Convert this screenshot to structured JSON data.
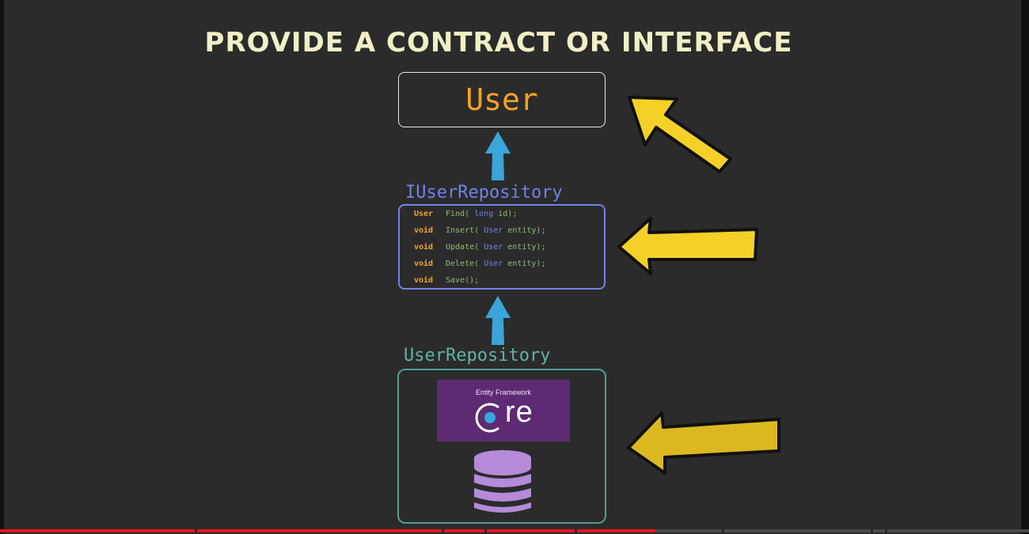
{
  "title": "PROVIDE A CONTRACT OR INTERFACE",
  "user_box": {
    "label": "User"
  },
  "interface": {
    "title": "IUserRepository",
    "methods": [
      {
        "return_type": "User",
        "name": "Find(",
        "param_type": "long",
        "param_rest": " id);"
      },
      {
        "return_type": "void",
        "name": "Insert(",
        "param_type": "User",
        "param_rest": " entity);"
      },
      {
        "return_type": "void",
        "name": "Update(",
        "param_type": "User",
        "param_rest": " entity);"
      },
      {
        "return_type": "void",
        "name": "Delete(",
        "param_type": "User",
        "param_rest": " entity);"
      },
      {
        "return_type": "void",
        "name": "Save();",
        "param_type": "",
        "param_rest": ""
      }
    ]
  },
  "repository": {
    "title": "UserRepository",
    "ef_logo": {
      "small_text": "Entity Framework",
      "core_text": "re",
      "icon": "ef-core-logo"
    },
    "database_icon": "database-icon"
  },
  "colors": {
    "background": "#2b2b2b",
    "title": "#f2efc6",
    "user_text": "#f2a323",
    "interface_blue": "#6f83e8",
    "repo_teal": "#4f9e95",
    "arrow_blue": "#3aa5d8",
    "pointer_yellow": "#f5d027",
    "ef_purple": "#5e2a73",
    "db_purple": "#b58bd9"
  },
  "video_progress": {
    "played_fraction": 0.637
  }
}
